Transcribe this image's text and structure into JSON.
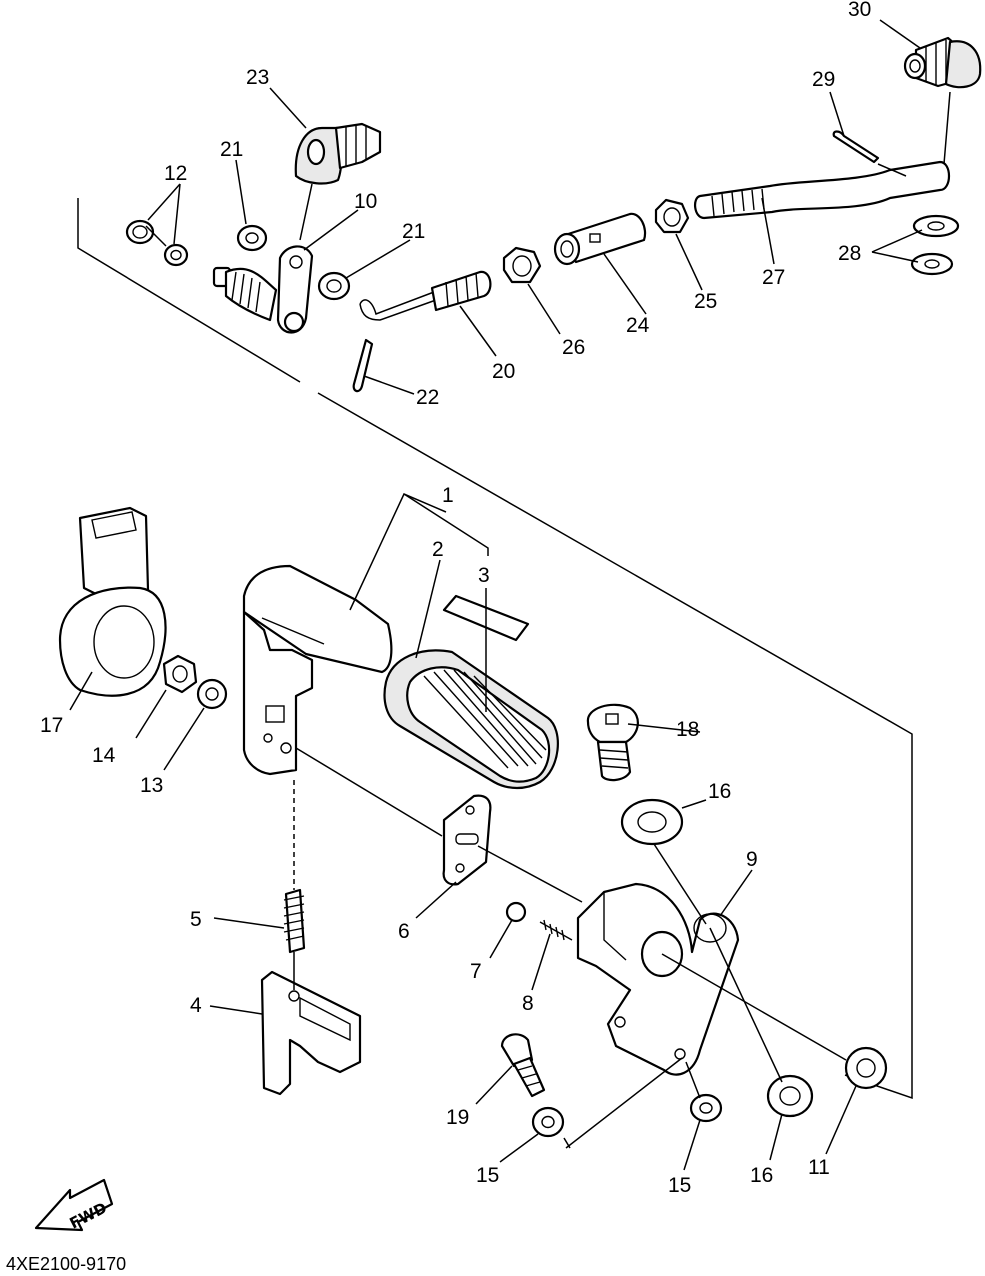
{
  "diagram_code": "4XE2100-9170",
  "fwd_label": "FWD",
  "callouts": {
    "c1": "1",
    "c2": "2",
    "c3": "3",
    "c4": "4",
    "c5": "5",
    "c6": "6",
    "c7": "7",
    "c8": "8",
    "c9": "9",
    "c10": "10",
    "c11": "11",
    "c12": "12",
    "c13": "13",
    "c14": "14",
    "c15a": "15",
    "c15b": "15",
    "c16a": "16",
    "c16b": "16",
    "c17": "17",
    "c18": "18",
    "c19": "19",
    "c20": "20",
    "c21a": "21",
    "c21b": "21",
    "c22": "22",
    "c23": "23",
    "c24": "24",
    "c25": "25",
    "c26": "26",
    "c27": "27",
    "c28": "28",
    "c29": "29",
    "c30": "30"
  }
}
